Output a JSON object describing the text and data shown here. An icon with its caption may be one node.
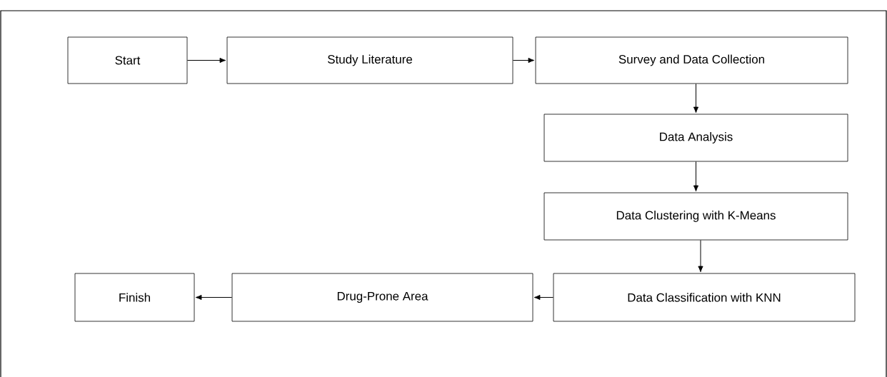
{
  "diagram": {
    "nodes": [
      {
        "text": [
          "Start"
        ]
      },
      {
        "text": [
          "Study Literature"
        ]
      },
      {
        "text": [
          "Survey and Data Collection"
        ]
      },
      {
        "text": [
          "Data Analysis"
        ]
      },
      {
        "text": [
          "Data Clustering with K-Means"
        ]
      },
      {
        "text": [
          "Data Classification with KNN"
        ]
      },
      {
        "text": [
          "Drug-Prone Area"
        ]
      },
      {
        "text": [
          "Finish"
        ]
      }
    ],
    "edges": [
      {
        "from": 0,
        "to": 1,
        "arrow": "to"
      },
      {
        "from": 1,
        "to": 2,
        "arrow": "to"
      },
      {
        "from": 2,
        "to": 3,
        "arrow": "to"
      },
      {
        "from": 3,
        "to": 4,
        "arrow": "to"
      },
      {
        "from": 4,
        "to": 5,
        "arrow": "to"
      },
      {
        "from": 5,
        "to": 6,
        "arrow": "to"
      },
      {
        "from": 6,
        "to": 7,
        "arrow": "to"
      }
    ]
  }
}
